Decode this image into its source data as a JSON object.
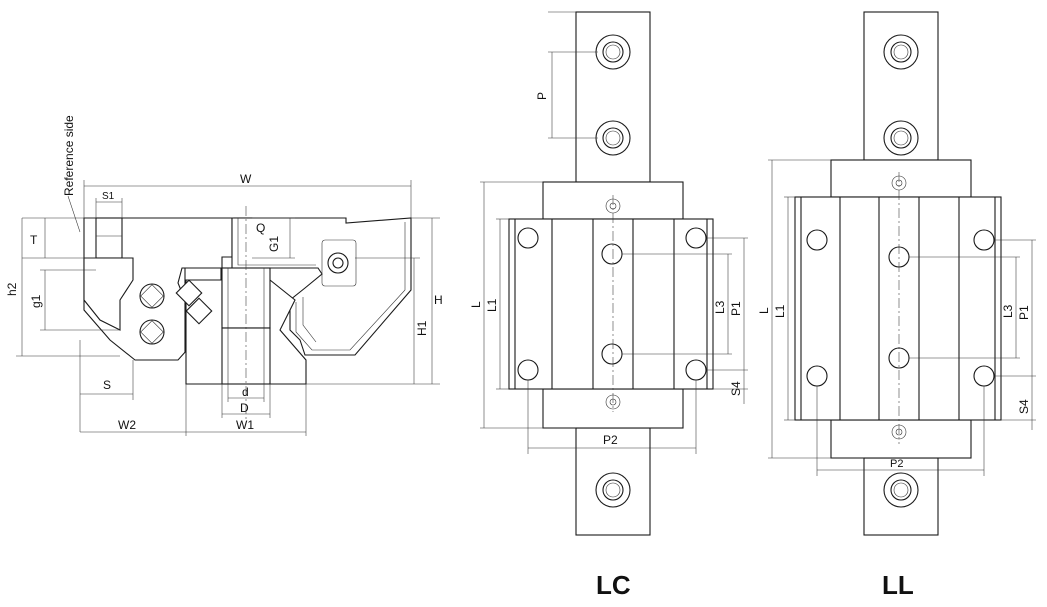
{
  "section": {
    "reference_side": "Reference side",
    "W": "W",
    "S1": "S1",
    "T": "T",
    "Q": "Q",
    "G1": "G1",
    "h2": "h2",
    "g1": "g1",
    "H": "H",
    "H1": "H1",
    "S": "S",
    "d": "d",
    "D": "D",
    "W2": "W2",
    "W1": "W1"
  },
  "lc": {
    "name": "LC",
    "P": "P",
    "L": "L",
    "L1": "L1",
    "L3": "L3",
    "P1": "P1",
    "S4": "S4",
    "P2": "P2"
  },
  "ll": {
    "name": "LL",
    "L": "L",
    "L1": "L1",
    "L3": "L3",
    "P1": "P1",
    "S4": "S4",
    "P2": "P2"
  },
  "colors": {
    "line": "#1a1a1a",
    "hatch": "#444444"
  }
}
